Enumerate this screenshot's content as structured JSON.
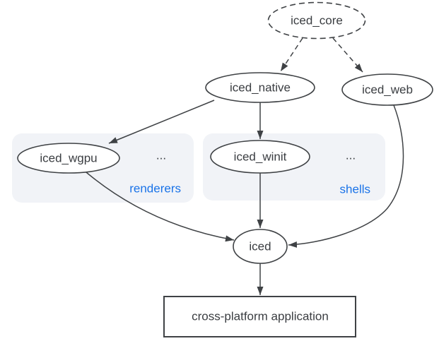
{
  "diagram": {
    "description": "iced crate ecosystem dependency graph",
    "colors": {
      "background": "#ffffff",
      "stroke": "#3f4245",
      "text": "#3a3d41",
      "group_background": "#f1f3f7",
      "group_label_blue": "#1a73e8"
    },
    "nodes": {
      "iced_core": {
        "label": "iced_core",
        "shape": "ellipse",
        "border": "dashed"
      },
      "iced_native": {
        "label": "iced_native",
        "shape": "ellipse",
        "border": "solid"
      },
      "iced_web": {
        "label": "iced_web",
        "shape": "ellipse",
        "border": "solid"
      },
      "iced_wgpu": {
        "label": "iced_wgpu",
        "shape": "ellipse",
        "border": "solid"
      },
      "iced_winit": {
        "label": "iced_winit",
        "shape": "ellipse",
        "border": "solid"
      },
      "iced": {
        "label": "iced",
        "shape": "ellipse",
        "border": "solid"
      },
      "app": {
        "label": "cross-platform application",
        "shape": "rectangle",
        "border": "solid"
      }
    },
    "groups": {
      "renderers": {
        "label": "renderers",
        "ellipsis": "...",
        "contains": [
          "iced_wgpu"
        ]
      },
      "shells": {
        "label": "shells",
        "ellipsis": "...",
        "contains": [
          "iced_winit"
        ]
      }
    },
    "edges": [
      {
        "from": "iced_core",
        "to": "iced_native",
        "style": "dashed"
      },
      {
        "from": "iced_core",
        "to": "iced_web",
        "style": "dashed"
      },
      {
        "from": "iced_native",
        "to": "iced_wgpu",
        "style": "solid"
      },
      {
        "from": "iced_native",
        "to": "iced_winit",
        "style": "solid"
      },
      {
        "from": "iced_wgpu",
        "to": "iced",
        "style": "solid"
      },
      {
        "from": "iced_winit",
        "to": "iced",
        "style": "solid"
      },
      {
        "from": "iced_web",
        "to": "iced",
        "style": "solid"
      },
      {
        "from": "iced",
        "to": "app",
        "style": "solid"
      }
    ]
  }
}
